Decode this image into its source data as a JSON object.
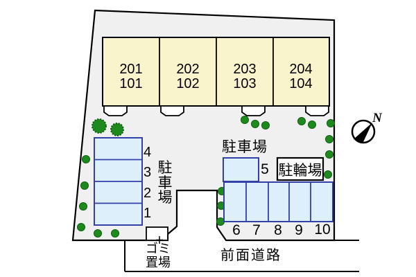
{
  "site_plan": {
    "buildings": [
      {
        "upper": "201",
        "lower": "101"
      },
      {
        "upper": "202",
        "lower": "102"
      },
      {
        "upper": "203",
        "lower": "103"
      },
      {
        "upper": "204",
        "lower": "104"
      }
    ],
    "parking_left": {
      "label_chars": [
        "駐",
        "車",
        "場"
      ],
      "space_numbers": [
        "4",
        "3",
        "2",
        "1"
      ]
    },
    "parking_right": {
      "label": "駐車場",
      "space5_number": "5",
      "space_numbers": [
        "6",
        "7",
        "8",
        "9",
        "10"
      ]
    },
    "bicycle": {
      "label": "駐輪場"
    },
    "garbage": {
      "label_line1": "ゴミ",
      "label_line2": "置場"
    },
    "road": {
      "label": "前面道路"
    },
    "compass": {
      "north_label": "N"
    },
    "colors": {
      "building_fill": "#FAF4CC",
      "parking_fill": "#DCEFFB",
      "parking_border": "#3240A8",
      "ground_fill": "#F0F0F0",
      "tree_green": "#1E8A1E",
      "outline": "#000000"
    }
  }
}
